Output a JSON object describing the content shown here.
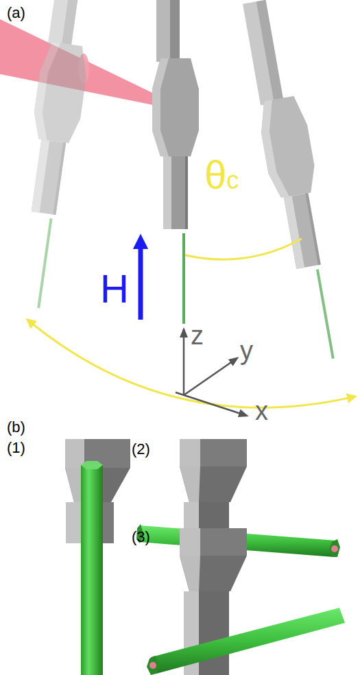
{
  "diagram": {
    "labels": [
      "(a)",
      "θc",
      "H",
      "z",
      "y",
      "x",
      "(b)",
      "(1)",
      "(2)",
      "(3)"
    ]
  }
}
